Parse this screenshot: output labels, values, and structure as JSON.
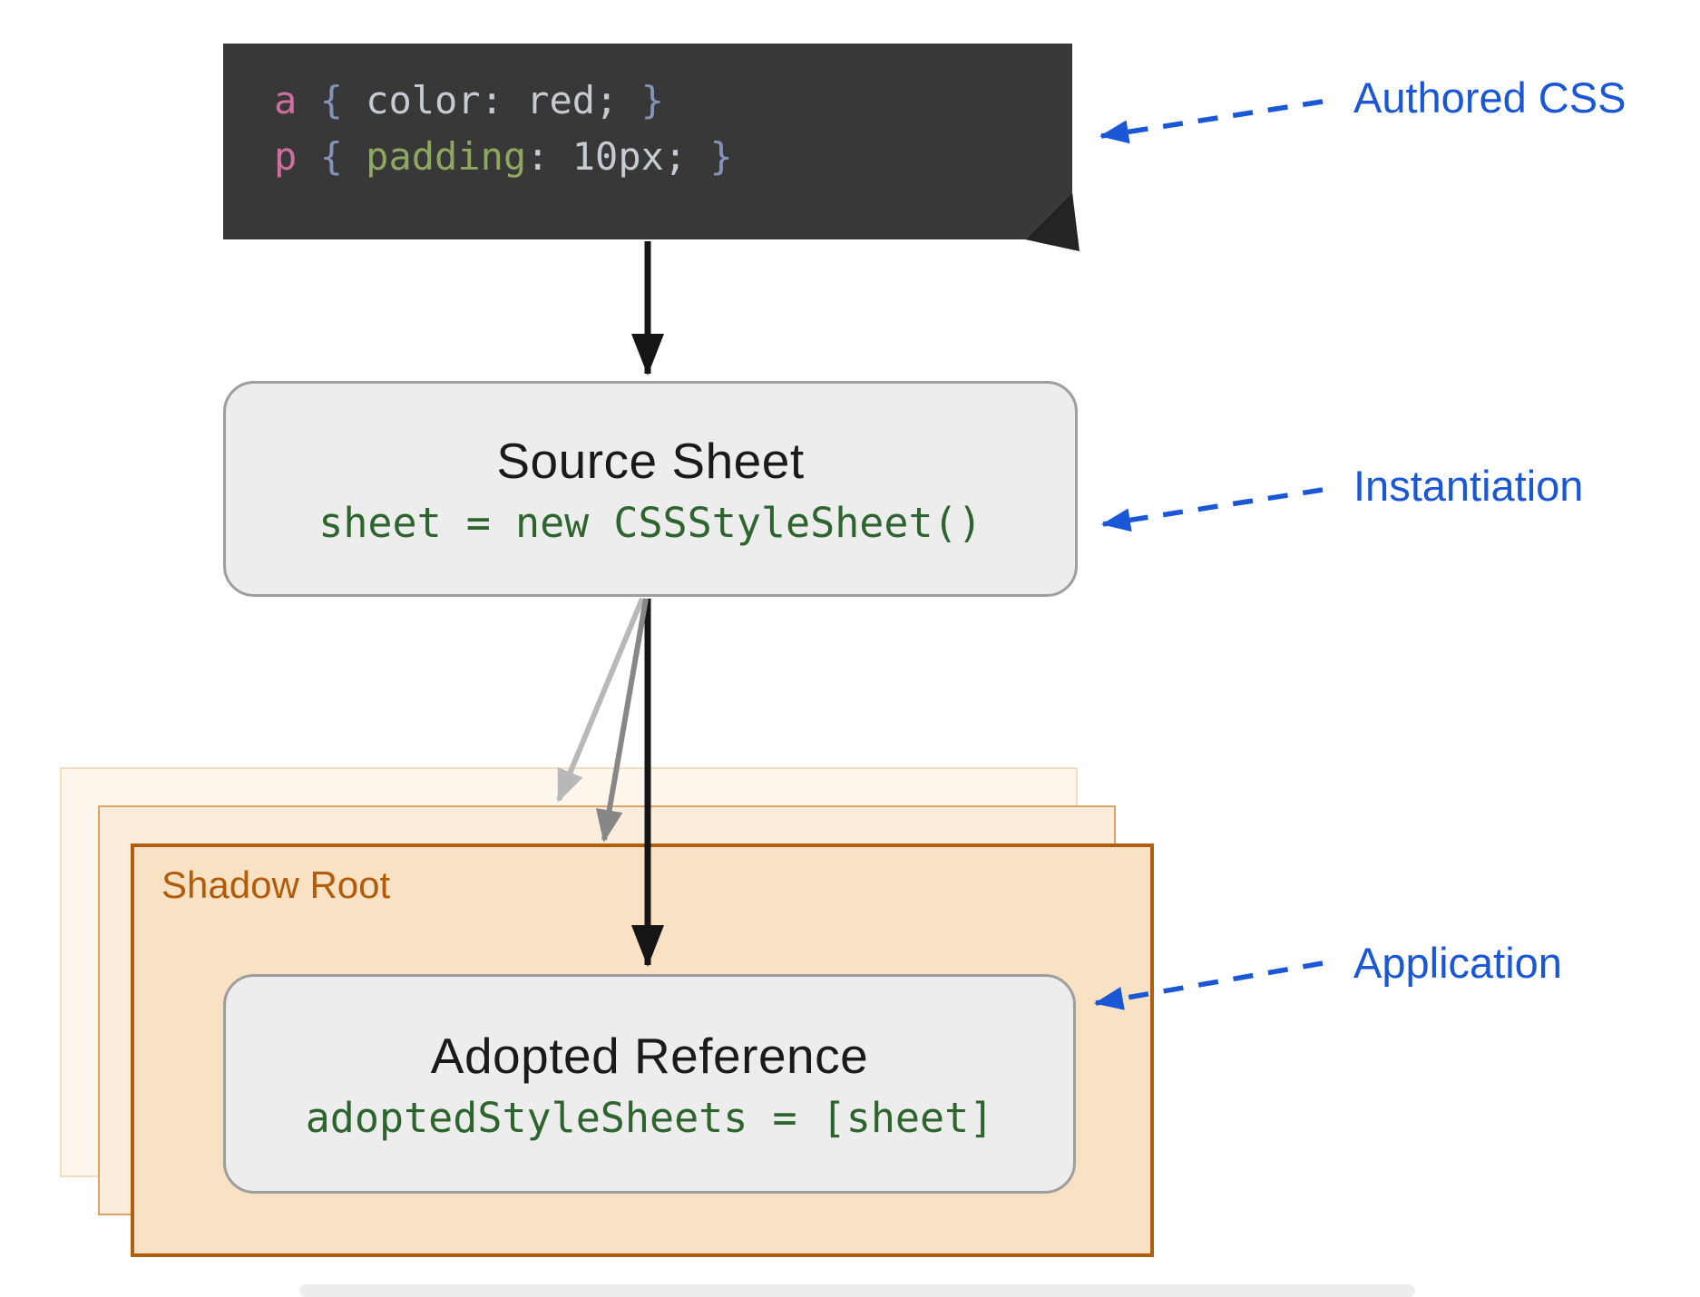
{
  "colors": {
    "annotation_blue": "#1a57d6",
    "code_block_bg": "#383838",
    "selector_pink": "#cf6f9f",
    "brace_slate": "#8494b8",
    "property_green": "#8fa861",
    "code_plain": "#c6cbd2",
    "box_code_green": "#2e642e",
    "shadow_border_orange": "#b05f10",
    "shadow_label_orange": "#b25c0a",
    "shadow_fill": "#f9e2c4",
    "box_fill_gray": "#ededed",
    "box_border_gray": "#9e9e9e"
  },
  "authored": {
    "annotation": "Authored CSS",
    "code": {
      "line1": {
        "selector": "a",
        "open": " { ",
        "property": "color",
        "colon": ": ",
        "value": "red; ",
        "close": "}"
      },
      "line2": {
        "selector": "p",
        "open": " { ",
        "property": "padding",
        "colon": ": ",
        "value": "10px; ",
        "close": "}"
      }
    }
  },
  "source_sheet": {
    "title": "Source Sheet",
    "code": "sheet = new CSSStyleSheet()",
    "annotation": "Instantiation"
  },
  "shadow_root": {
    "label": "Shadow Root"
  },
  "adopted_reference": {
    "title": "Adopted Reference",
    "code": "adoptedStyleSheets = [sheet]",
    "annotation": "Application"
  }
}
